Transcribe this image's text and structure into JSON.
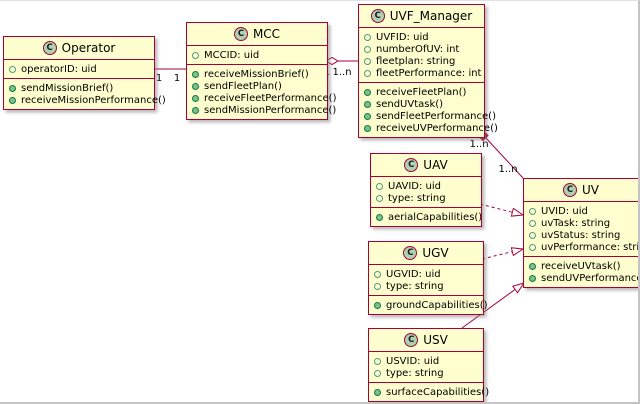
{
  "diagram": {
    "type": "uml-class-diagram",
    "spot_letter": "C",
    "colors": {
      "class_fill": "#FEFECE",
      "class_border": "#A80036",
      "relation_line": "#A80036",
      "spot_fill": "#ADD1B2",
      "method_icon_fill": "#84BE84",
      "method_icon_border": "#038048",
      "field_icon_border": "#4E9A81"
    },
    "classes": [
      {
        "name": "Operator",
        "fields": [
          "operatorID: uid"
        ],
        "methods": [
          "sendMissionBrief()",
          "receiveMissionPerformance()"
        ]
      },
      {
        "name": "MCC",
        "fields": [
          "MCCID: uid"
        ],
        "methods": [
          "receiveMissionBrief()",
          "sendFleetPlan()",
          "receiveFleetPerformance()",
          "sendMissionPerformance()"
        ]
      },
      {
        "name": "UVF_Manager",
        "fields": [
          "UVFID: uid",
          "numberOfUV: int",
          "fleetplan: string",
          "fleetPerformance: int"
        ],
        "methods": [
          "receiveFleetPlan()",
          "sendUVtask()",
          "sendFleetPerformance()",
          "receiveUVPerformance()"
        ]
      },
      {
        "name": "UAV",
        "fields": [
          "UAVID: uid",
          "type: string"
        ],
        "methods": [
          "aerialCapabilities()"
        ]
      },
      {
        "name": "UGV",
        "fields": [
          "UGVID: uid",
          "type: string"
        ],
        "methods": [
          "groundCapabilities()"
        ]
      },
      {
        "name": "USV",
        "fields": [
          "USVID: uid",
          "type: string"
        ],
        "methods": [
          "surfaceCapabilities()"
        ]
      },
      {
        "name": "UV",
        "fields": [
          "UVID: uid",
          "uvTask: string",
          "uvStatus: string",
          "uvPerformance: string"
        ],
        "methods": [
          "receiveUVtask()",
          "sendUVPerformance()"
        ]
      }
    ],
    "relationships": [
      {
        "from": "Operator",
        "to": "MCC",
        "type": "association",
        "from_label": "1",
        "to_label": "1"
      },
      {
        "from": "MCC",
        "to": "UVF_Manager",
        "type": "aggregation",
        "from_label": "1",
        "to_label": "1..n"
      },
      {
        "from": "UVF_Manager",
        "to": "UV",
        "type": "composition",
        "from_label": "1..n",
        "to_label": "1..n"
      },
      {
        "from": "UAV",
        "to": "UV",
        "type": "generalization-dashed"
      },
      {
        "from": "UGV",
        "to": "UV",
        "type": "generalization-dashed"
      },
      {
        "from": "USV",
        "to": "UV",
        "type": "generalization"
      }
    ]
  }
}
